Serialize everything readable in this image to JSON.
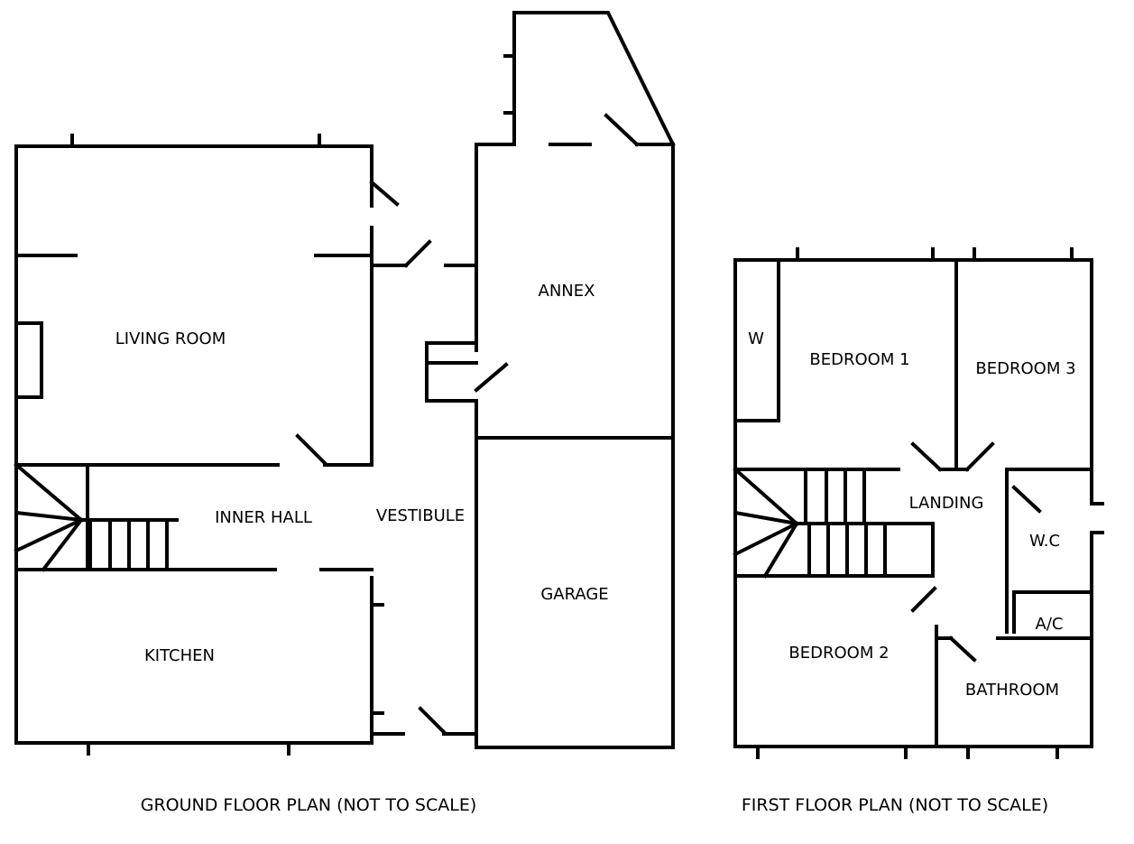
{
  "ground_floor": {
    "caption": "GROUND FLOOR PLAN (NOT TO SCALE)",
    "rooms": {
      "living_room": "LIVING ROOM",
      "inner_hall": "INNER HALL",
      "vestibule": "VESTIBULE",
      "kitchen": "KITCHEN",
      "annex": "ANNEX",
      "garage": "GARAGE"
    }
  },
  "first_floor": {
    "caption": "FIRST FLOOR PLAN (NOT TO SCALE)",
    "rooms": {
      "wardrobe": "W",
      "bedroom_1": "BEDROOM 1",
      "bedroom_3": "BEDROOM 3",
      "landing": "LANDING",
      "wc": "W.C",
      "airing_cupboard": "A/C",
      "bedroom_2": "BEDROOM 2",
      "bathroom": "BATHROOM"
    }
  }
}
